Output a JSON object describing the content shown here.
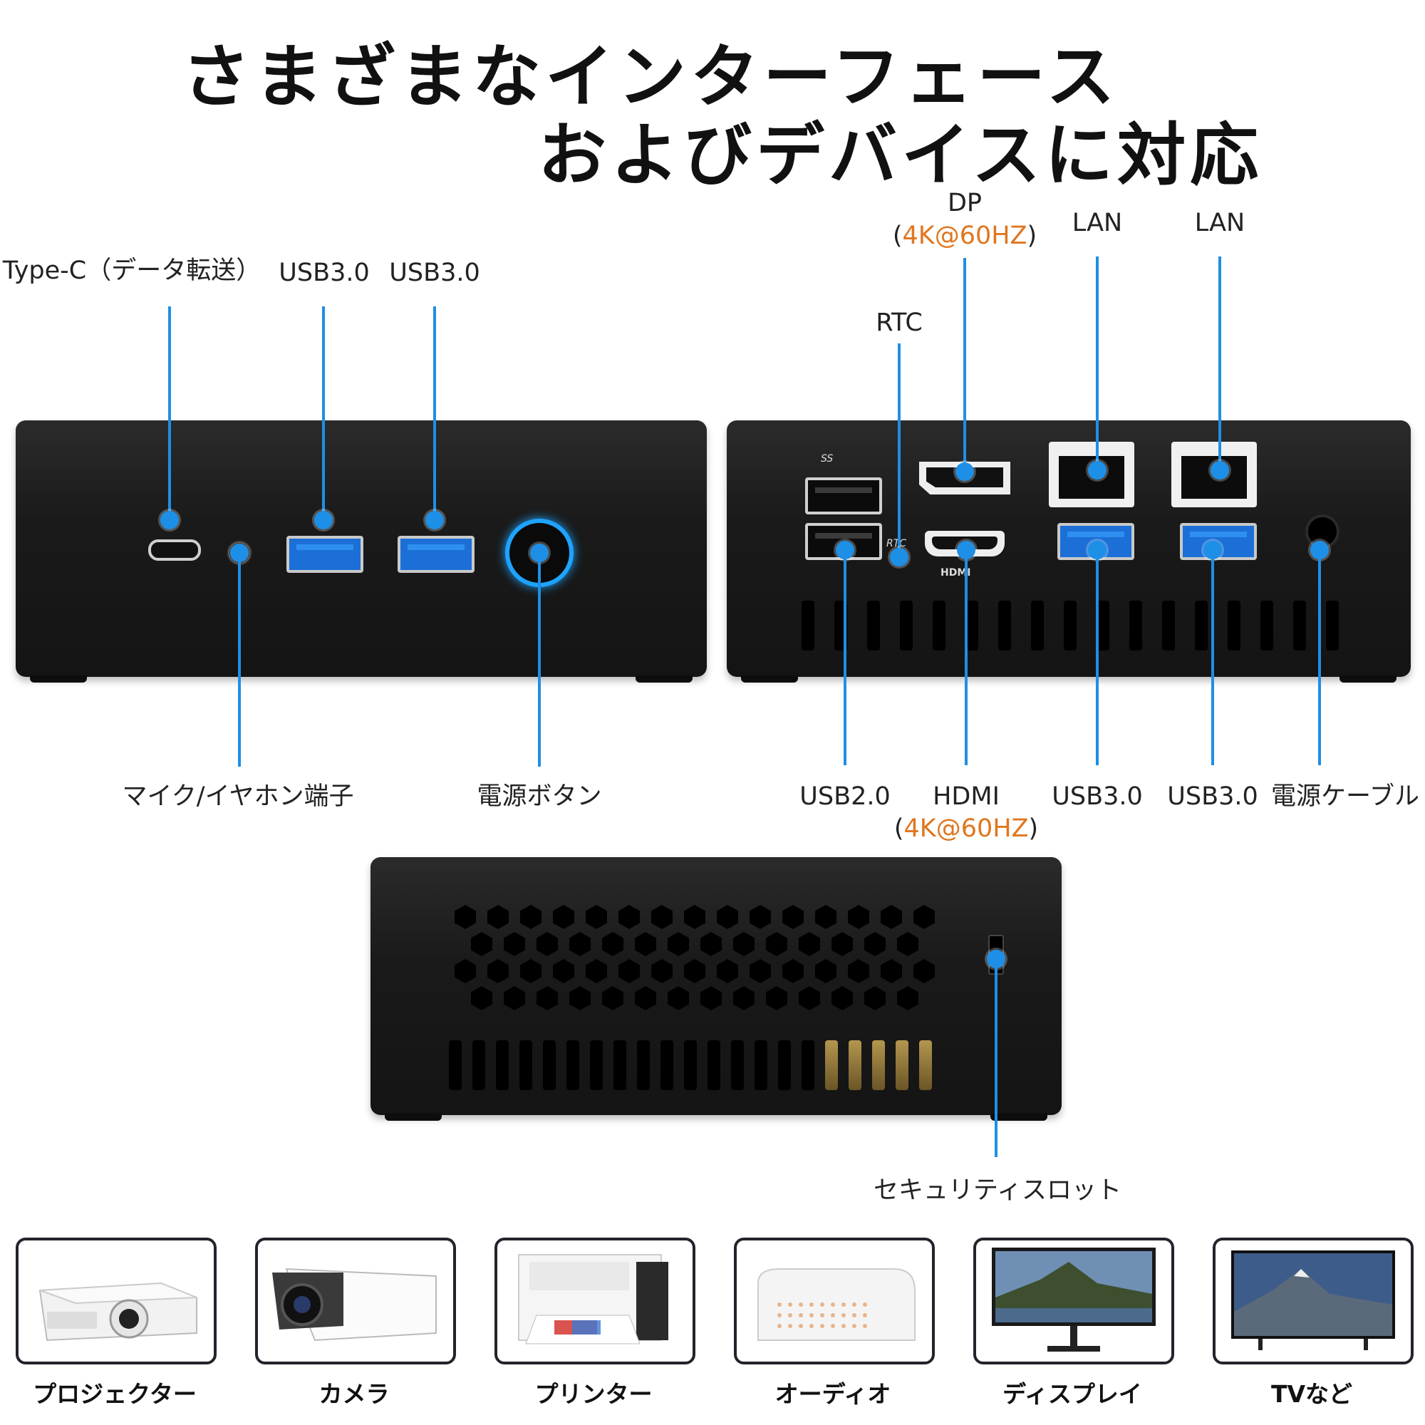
{
  "title": {
    "line1": "さまざまなインターフェース",
    "line2": "およびデバイスに対応"
  },
  "front": {
    "top_labels": {
      "type_c": "Type-C（データ転送）",
      "usb3_a": "USB3.0",
      "usb3_b": "USB3.0"
    },
    "bottom_labels": {
      "audio": "マイク/イヤホン端子",
      "power": "電源ボタン"
    }
  },
  "rear": {
    "top_labels": {
      "dp": "DP",
      "dp_spec": "4K@60HZ",
      "lan1": "LAN",
      "lan2": "LAN",
      "rtc": "RTC"
    },
    "bottom_labels": {
      "usb2": "USB2.0",
      "hdmi": "HDMI",
      "hdmi_spec": "4K@60HZ",
      "usb3_a": "USB3.0",
      "usb3_b": "USB3.0",
      "power_cable": "電源ケーブル"
    },
    "silk": {
      "rtc": "RTC",
      "hdmi": "HDMI",
      "ss": "SS"
    }
  },
  "side": {
    "label": "セキュリティスロット"
  },
  "devices": [
    {
      "label": "プロジェクター",
      "icon": "projector-icon"
    },
    {
      "label": "カメラ",
      "icon": "camera-icon"
    },
    {
      "label": "プリンター",
      "icon": "printer-icon"
    },
    {
      "label": "オーディオ",
      "icon": "speaker-icon"
    },
    {
      "label": "ディスプレイ",
      "icon": "monitor-icon"
    },
    {
      "label": "TVなど",
      "icon": "tv-icon"
    }
  ],
  "colors": {
    "accent": "#1e8fe6",
    "highlight": "#e0761e",
    "device_body": "#1a1a1a"
  }
}
